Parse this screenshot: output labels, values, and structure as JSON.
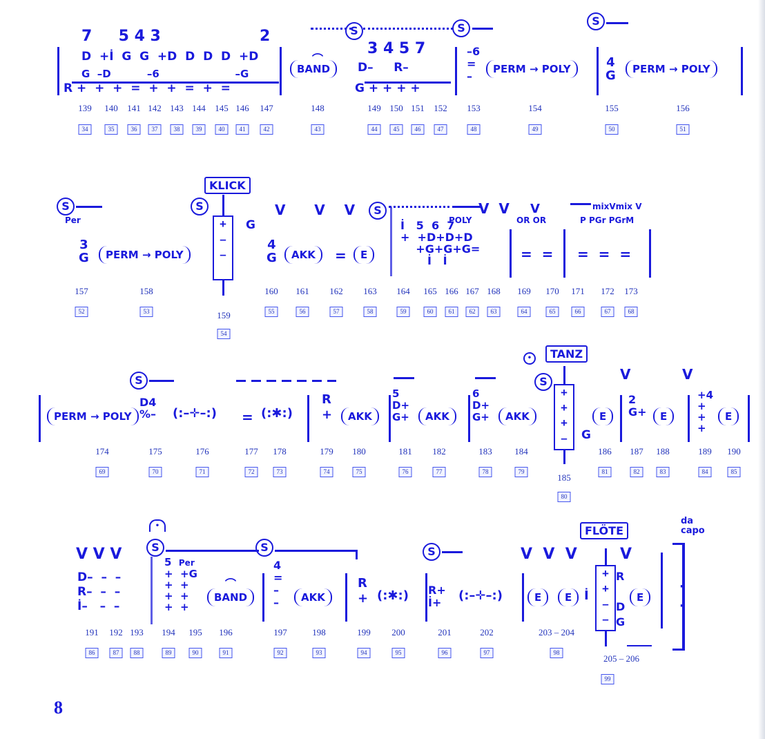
{
  "page_number": "8",
  "systems": [
    {
      "bar_numbers": [
        "139",
        "140",
        "141",
        "142",
        "143",
        "144",
        "145",
        "146",
        "147",
        "148",
        "149",
        "150",
        "151",
        "152",
        "153",
        "154",
        "155",
        "156"
      ],
      "box_numbers": [
        "34",
        "35",
        "36",
        "37",
        "38",
        "39",
        "40",
        "41",
        "42",
        "43",
        "44",
        "45",
        "46",
        "47",
        "48",
        "49",
        "50",
        "51"
      ],
      "labels": {
        "band": "BAND",
        "perm": "PERM → POLY",
        "perm2": "PERM → POLY"
      }
    },
    {
      "bar_numbers": [
        "157",
        "158",
        "159",
        "160",
        "161",
        "162",
        "163",
        "164",
        "165",
        "166",
        "167",
        "168",
        "169",
        "170",
        "171",
        "172",
        "173"
      ],
      "box_numbers": [
        "52",
        "53",
        "54",
        "55",
        "56",
        "57",
        "58",
        "59",
        "60",
        "61",
        "62",
        "63",
        "64",
        "65",
        "66",
        "67",
        "68"
      ],
      "labels": {
        "perm": "PERM → POLY",
        "klick": "KLICK",
        "akk": "AKK",
        "e": "E",
        "poly": "POLY",
        "or1": "OR",
        "or2": "OR",
        "p": "P",
        "pgr": "PGr",
        "pgrm": "PGrM",
        "mix1": "mix",
        "mix2": "mix"
      }
    },
    {
      "bar_numbers": [
        "174",
        "175",
        "176",
        "177",
        "178",
        "179",
        "180",
        "181",
        "182",
        "183",
        "184",
        "185",
        "186",
        "187",
        "188",
        "189",
        "190"
      ],
      "box_numbers": [
        "69",
        "70",
        "71",
        "72",
        "73",
        "74",
        "75",
        "76",
        "77",
        "78",
        "79",
        "80",
        "81",
        "82",
        "83",
        "84",
        "85"
      ],
      "labels": {
        "perm": "PERM → POLY",
        "akk": "AKK",
        "tanz": "TANZ",
        "e": "E"
      }
    },
    {
      "bar_numbers": [
        "191",
        "192",
        "193",
        "194",
        "195",
        "196",
        "197",
        "198",
        "199",
        "200",
        "201",
        "202",
        "203 – 204",
        "205 – 206"
      ],
      "box_numbers": [
        "86",
        "87",
        "88",
        "89",
        "90",
        "91",
        "92",
        "93",
        "94",
        "95",
        "96",
        "97",
        "98",
        "99"
      ],
      "labels": {
        "band": "BAND",
        "akk": "AKK",
        "flote": "FLÖTE",
        "dacapo1": "da",
        "dacapo2": "capo",
        "per": "Per",
        "e": "E"
      }
    }
  ],
  "colors": {
    "ink": "#1a1adc",
    "boxfill": "#f2f4ff"
  }
}
